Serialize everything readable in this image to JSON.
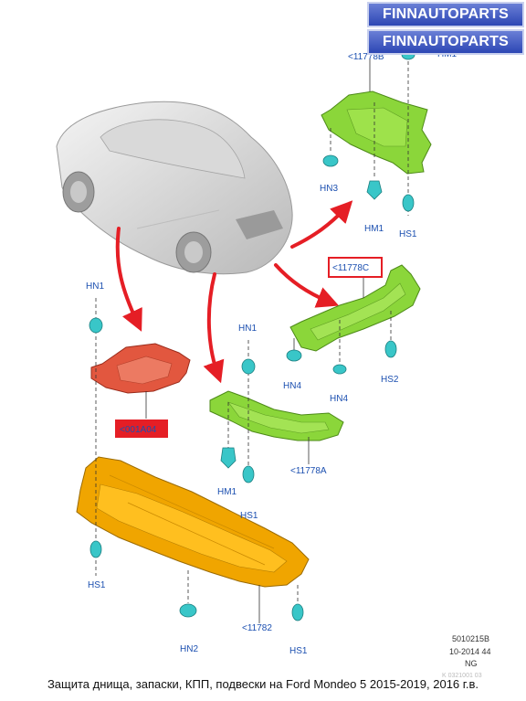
{
  "watermark": {
    "line1": "FINNAUTOPARTS",
    "line2": "FINNAUTOPARTS"
  },
  "callouts": {
    "top_part_code": "<11778B",
    "top_part_code_extra": "HM1",
    "hn3": "HN3",
    "hm1_top": "HM1",
    "hs1_top": "HS1",
    "right_part_code": "<11778C",
    "hn4_left": "HN4",
    "hn4_bottom": "HN4",
    "hs2": "HS2",
    "hn1_left": "HN1",
    "red_part_code": "<001A04",
    "hn1_center": "HN1",
    "hm1_center": "HM1",
    "hs1_center": "HS1",
    "center_part_code": "<11778A",
    "hs1_left": "HS1",
    "bottom_part_code": "<11782",
    "hn2": "HN2",
    "hs1_bottom": "HS1"
  },
  "doc_info": {
    "ref": "5010215B",
    "date": "10-2014 44",
    "region": "NG",
    "image_id": "K 0321001 03"
  },
  "caption": "Защита днища, запаски, КПП, подвески на Ford Mondeo 5 2015-2019, 2016 г.в.",
  "colors": {
    "green_part": "#8bd63a",
    "orange_part": "#f0a500",
    "red_part": "#e2573f",
    "callout_blue": "#1b4fb0",
    "arrow_red": "#e51e25",
    "clip_teal": "#39c6c8"
  }
}
